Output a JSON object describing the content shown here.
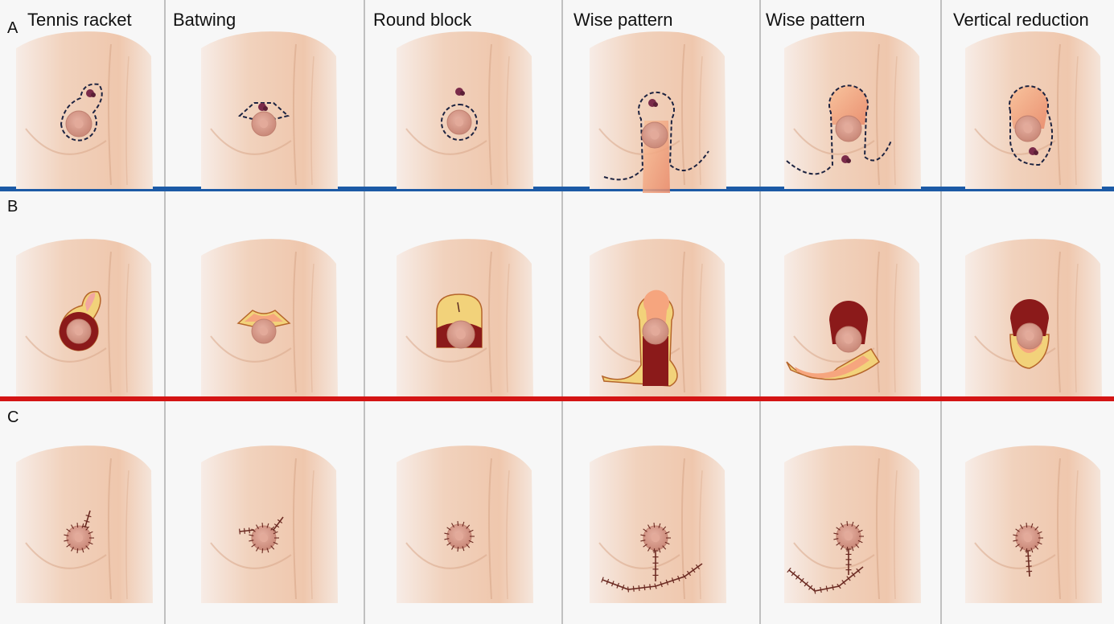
{
  "figure": {
    "row_labels": [
      "A",
      "B",
      "C"
    ],
    "columns": [
      {
        "label": "Tennis racket",
        "technique": "tennis-racket"
      },
      {
        "label": "Batwing",
        "technique": "batwing"
      },
      {
        "label": "Round block",
        "technique": "round-block"
      },
      {
        "label": "Wise pattern",
        "technique": "wise-pattern-upper"
      },
      {
        "label": "Wise pattern",
        "technique": "wise-pattern-lower"
      },
      {
        "label": "Vertical reduction",
        "technique": "vertical-reduction"
      }
    ],
    "colors": {
      "skin": "#f2cdb3",
      "skin_shadow": "#d9a88a",
      "areola": "#d99a8c",
      "excision": "#8b1a1a",
      "flap": "#f6a57e",
      "flap_edge": "#f2d27a",
      "separator_blue": "#1c5aa6",
      "separator_red": "#d41414",
      "suture": "#6b2a22",
      "tumor": "#7a2b4a"
    }
  }
}
